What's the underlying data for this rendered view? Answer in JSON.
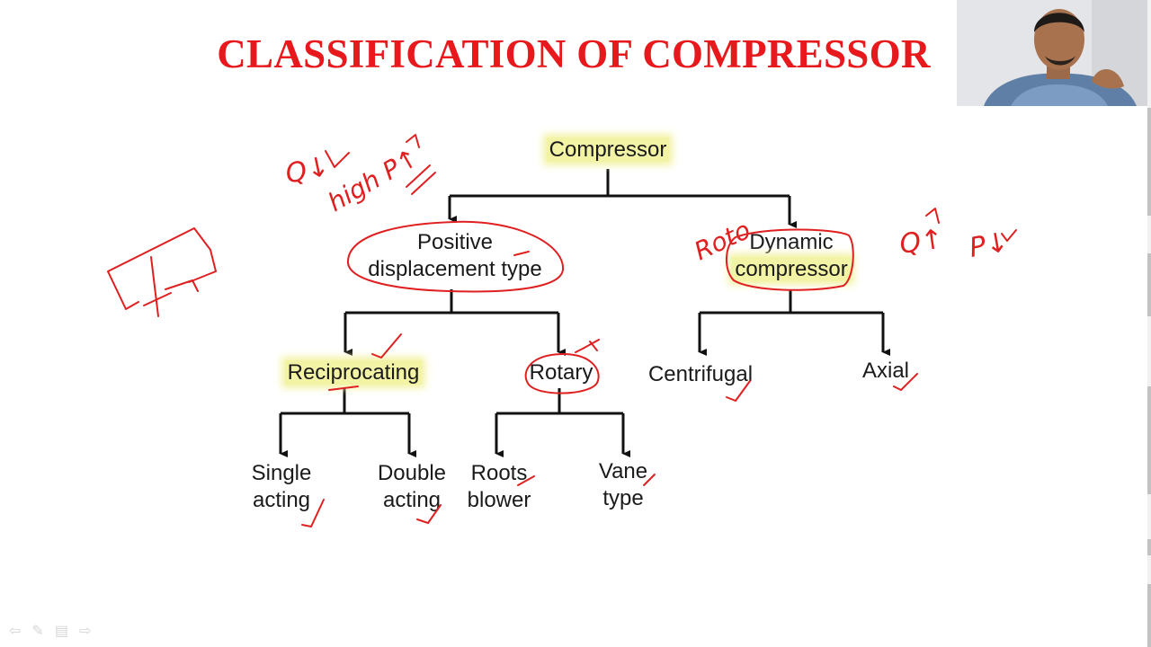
{
  "slide": {
    "title": "CLASSIFICATION OF COMPRESSOR"
  },
  "diagram": {
    "root": "Compressor",
    "positive_line1": "Positive",
    "positive_line2": "displacement type",
    "dynamic_line1": "Dynamic",
    "dynamic_line2": "compressor",
    "reciprocating": "Reciprocating",
    "rotary": "Rotary",
    "centrifugal": "Centrifugal",
    "axial": "Axial",
    "single_line1": "Single",
    "single_line2": "acting",
    "double_line1": "Double",
    "double_line2": "acting",
    "roots_line1": "Roots",
    "roots_line2": "blower",
    "vane_line1": "Vane",
    "vane_line2": "type"
  },
  "annotations": {
    "q_down": "Q↓",
    "high_p": "high P↑",
    "roto": "Roto",
    "q_up": "Q↑",
    "p_down": "P↓"
  },
  "colors": {
    "title": "#e8191c",
    "ink": "#e02020",
    "highlight": "#f3f3a6"
  },
  "toolbar": {
    "icons": [
      "arrow-left-icon",
      "pen-icon",
      "menu-icon",
      "arrow-right-icon"
    ]
  }
}
